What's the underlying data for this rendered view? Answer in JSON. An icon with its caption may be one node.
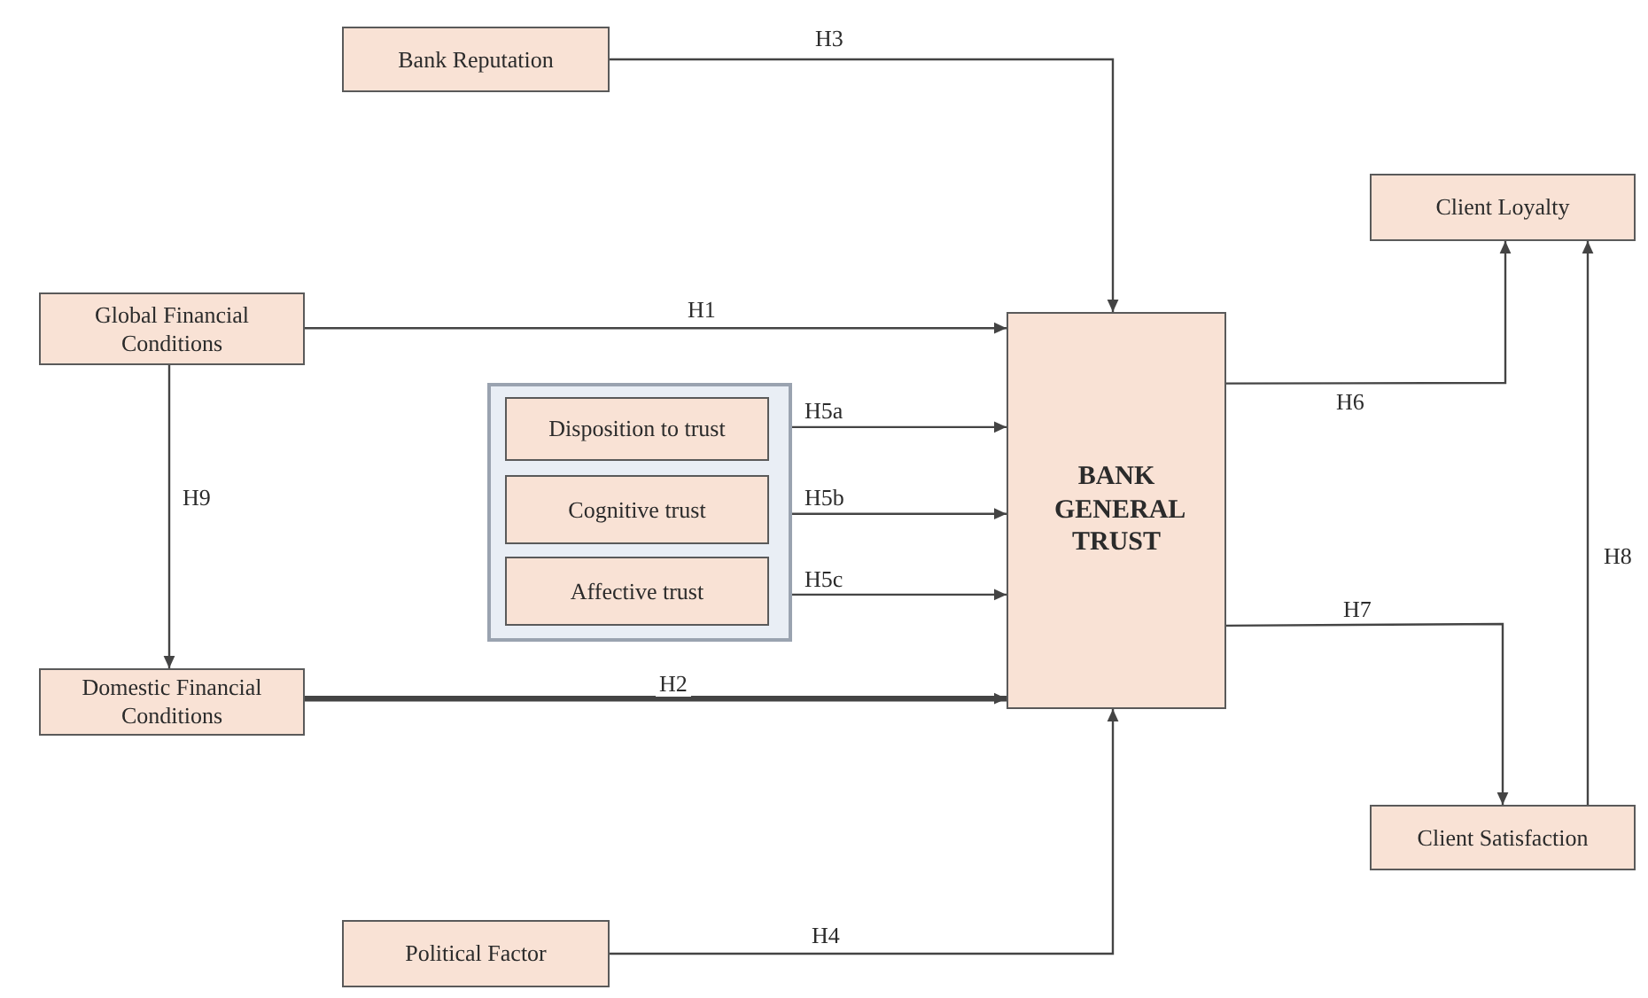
{
  "diagram": {
    "nodes": [
      {
        "text": [
          "Bank Reputation"
        ]
      },
      {
        "text": [
          "Global Financial Conditions"
        ]
      },
      {
        "text": [],
        "shape": "box"
      },
      {
        "text": [
          "Disposition to trust"
        ],
        "in": 2
      },
      {
        "text": [
          "Cognitive trust"
        ],
        "in": 2
      },
      {
        "text": [
          "Affective trust"
        ],
        "in": 2
      },
      {
        "text": [
          "Domestic Financial Conditions"
        ]
      },
      {
        "text": [
          "Political Factor"
        ]
      },
      {
        "text": [
          "BANK GENERAL TRUST"
        ]
      },
      {
        "text": [
          "Client Loyalty"
        ]
      },
      {
        "text": [
          "Client Satisfaction"
        ]
      }
    ],
    "edges": [
      {
        "from": 0,
        "to": 8,
        "arrow": "to",
        "label": "H3"
      },
      {
        "from": 1,
        "to": 8,
        "arrow": "to",
        "label": "H1"
      },
      {
        "from": 3,
        "to": 8,
        "arrow": "to",
        "label": "H5a"
      },
      {
        "from": 4,
        "to": 8,
        "arrow": "to",
        "label": "H5b"
      },
      {
        "from": 5,
        "to": 8,
        "arrow": "to",
        "label": "H5c"
      },
      {
        "from": 6,
        "to": 8,
        "arrow": "to",
        "label": "H2",
        "style": "thick"
      },
      {
        "from": 1,
        "to": 6,
        "arrow": "to",
        "label": "H9"
      },
      {
        "from": 7,
        "to": 8,
        "arrow": "to",
        "label": "H4"
      },
      {
        "from": 8,
        "to": 9,
        "arrow": "to",
        "label": "H6"
      },
      {
        "from": 8,
        "to": 10,
        "arrow": "to",
        "label": "H7"
      },
      {
        "from": 10,
        "to": 9,
        "arrow": "to",
        "label": "H8"
      }
    ]
  }
}
